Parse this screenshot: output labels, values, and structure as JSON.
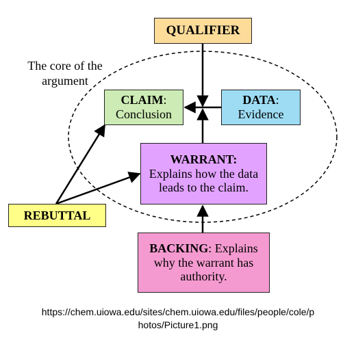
{
  "core_label": "The core of the argument",
  "qualifier": {
    "label": "QUALIFIER"
  },
  "claim": {
    "title": "CLAIM",
    "separator": ":",
    "text": "Conclusion"
  },
  "data": {
    "title": "DATA",
    "separator": ":",
    "text": "Evidence"
  },
  "warrant": {
    "title": "WARRANT:",
    "text": "Explains how the data leads to the claim."
  },
  "rebuttal": {
    "label": "REBUTTAL"
  },
  "backing": {
    "title": "BACKING",
    "text": ": Explains why the warrant has authority."
  },
  "source": {
    "line1": "https://chem.uiowa.edu/sites/chem.uiowa.edu/files/people/cole/p",
    "line2": "hotos/Picture1.png"
  },
  "colors": {
    "qualifier": "#fddc9a",
    "claim": "#cdebb4",
    "data": "#9edcf3",
    "warrant": "#e2a2ff",
    "rebuttal": "#ffff88",
    "backing": "#f59ad0"
  }
}
